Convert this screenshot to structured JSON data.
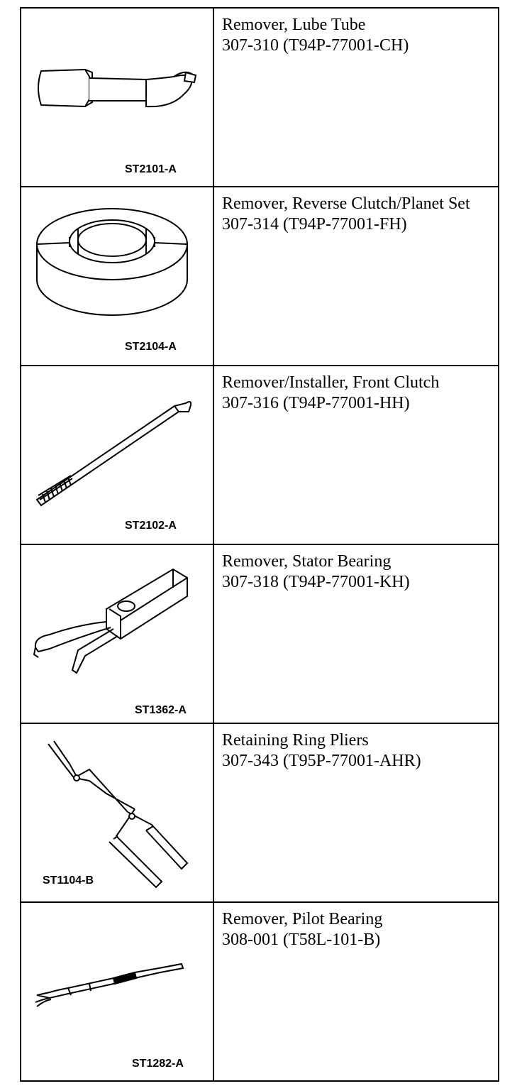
{
  "tools": [
    {
      "name": "Remover, Lube Tube",
      "number": "307-310 (T94P-77001-CH)",
      "code": "ST2101-A",
      "icon": "lube-tube-remover-icon"
    },
    {
      "name": "Remover, Reverse Clutch/Planet Set",
      "number": "307-314 (T94P-77001-FH)",
      "code": "ST2104-A",
      "icon": "reverse-clutch-remover-icon"
    },
    {
      "name": "Remover/Installer, Front Clutch",
      "number": "307-316 (T94P-77001-HH)",
      "code": "ST2102-A",
      "icon": "front-clutch-tool-icon"
    },
    {
      "name": "Remover, Stator Bearing",
      "number": "307-318 (T94P-77001-KH)",
      "code": "ST1362-A",
      "icon": "stator-bearing-remover-icon"
    },
    {
      "name": "Retaining Ring Pliers",
      "number": "307-343 (T95P-77001-AHR)",
      "code": "ST1104-B",
      "icon": "retaining-ring-pliers-icon"
    },
    {
      "name": "Remover, Pilot Bearing",
      "number": "308-001 (T58L-101-B)",
      "code": "ST1282-A",
      "icon": "pilot-bearing-remover-icon"
    }
  ]
}
